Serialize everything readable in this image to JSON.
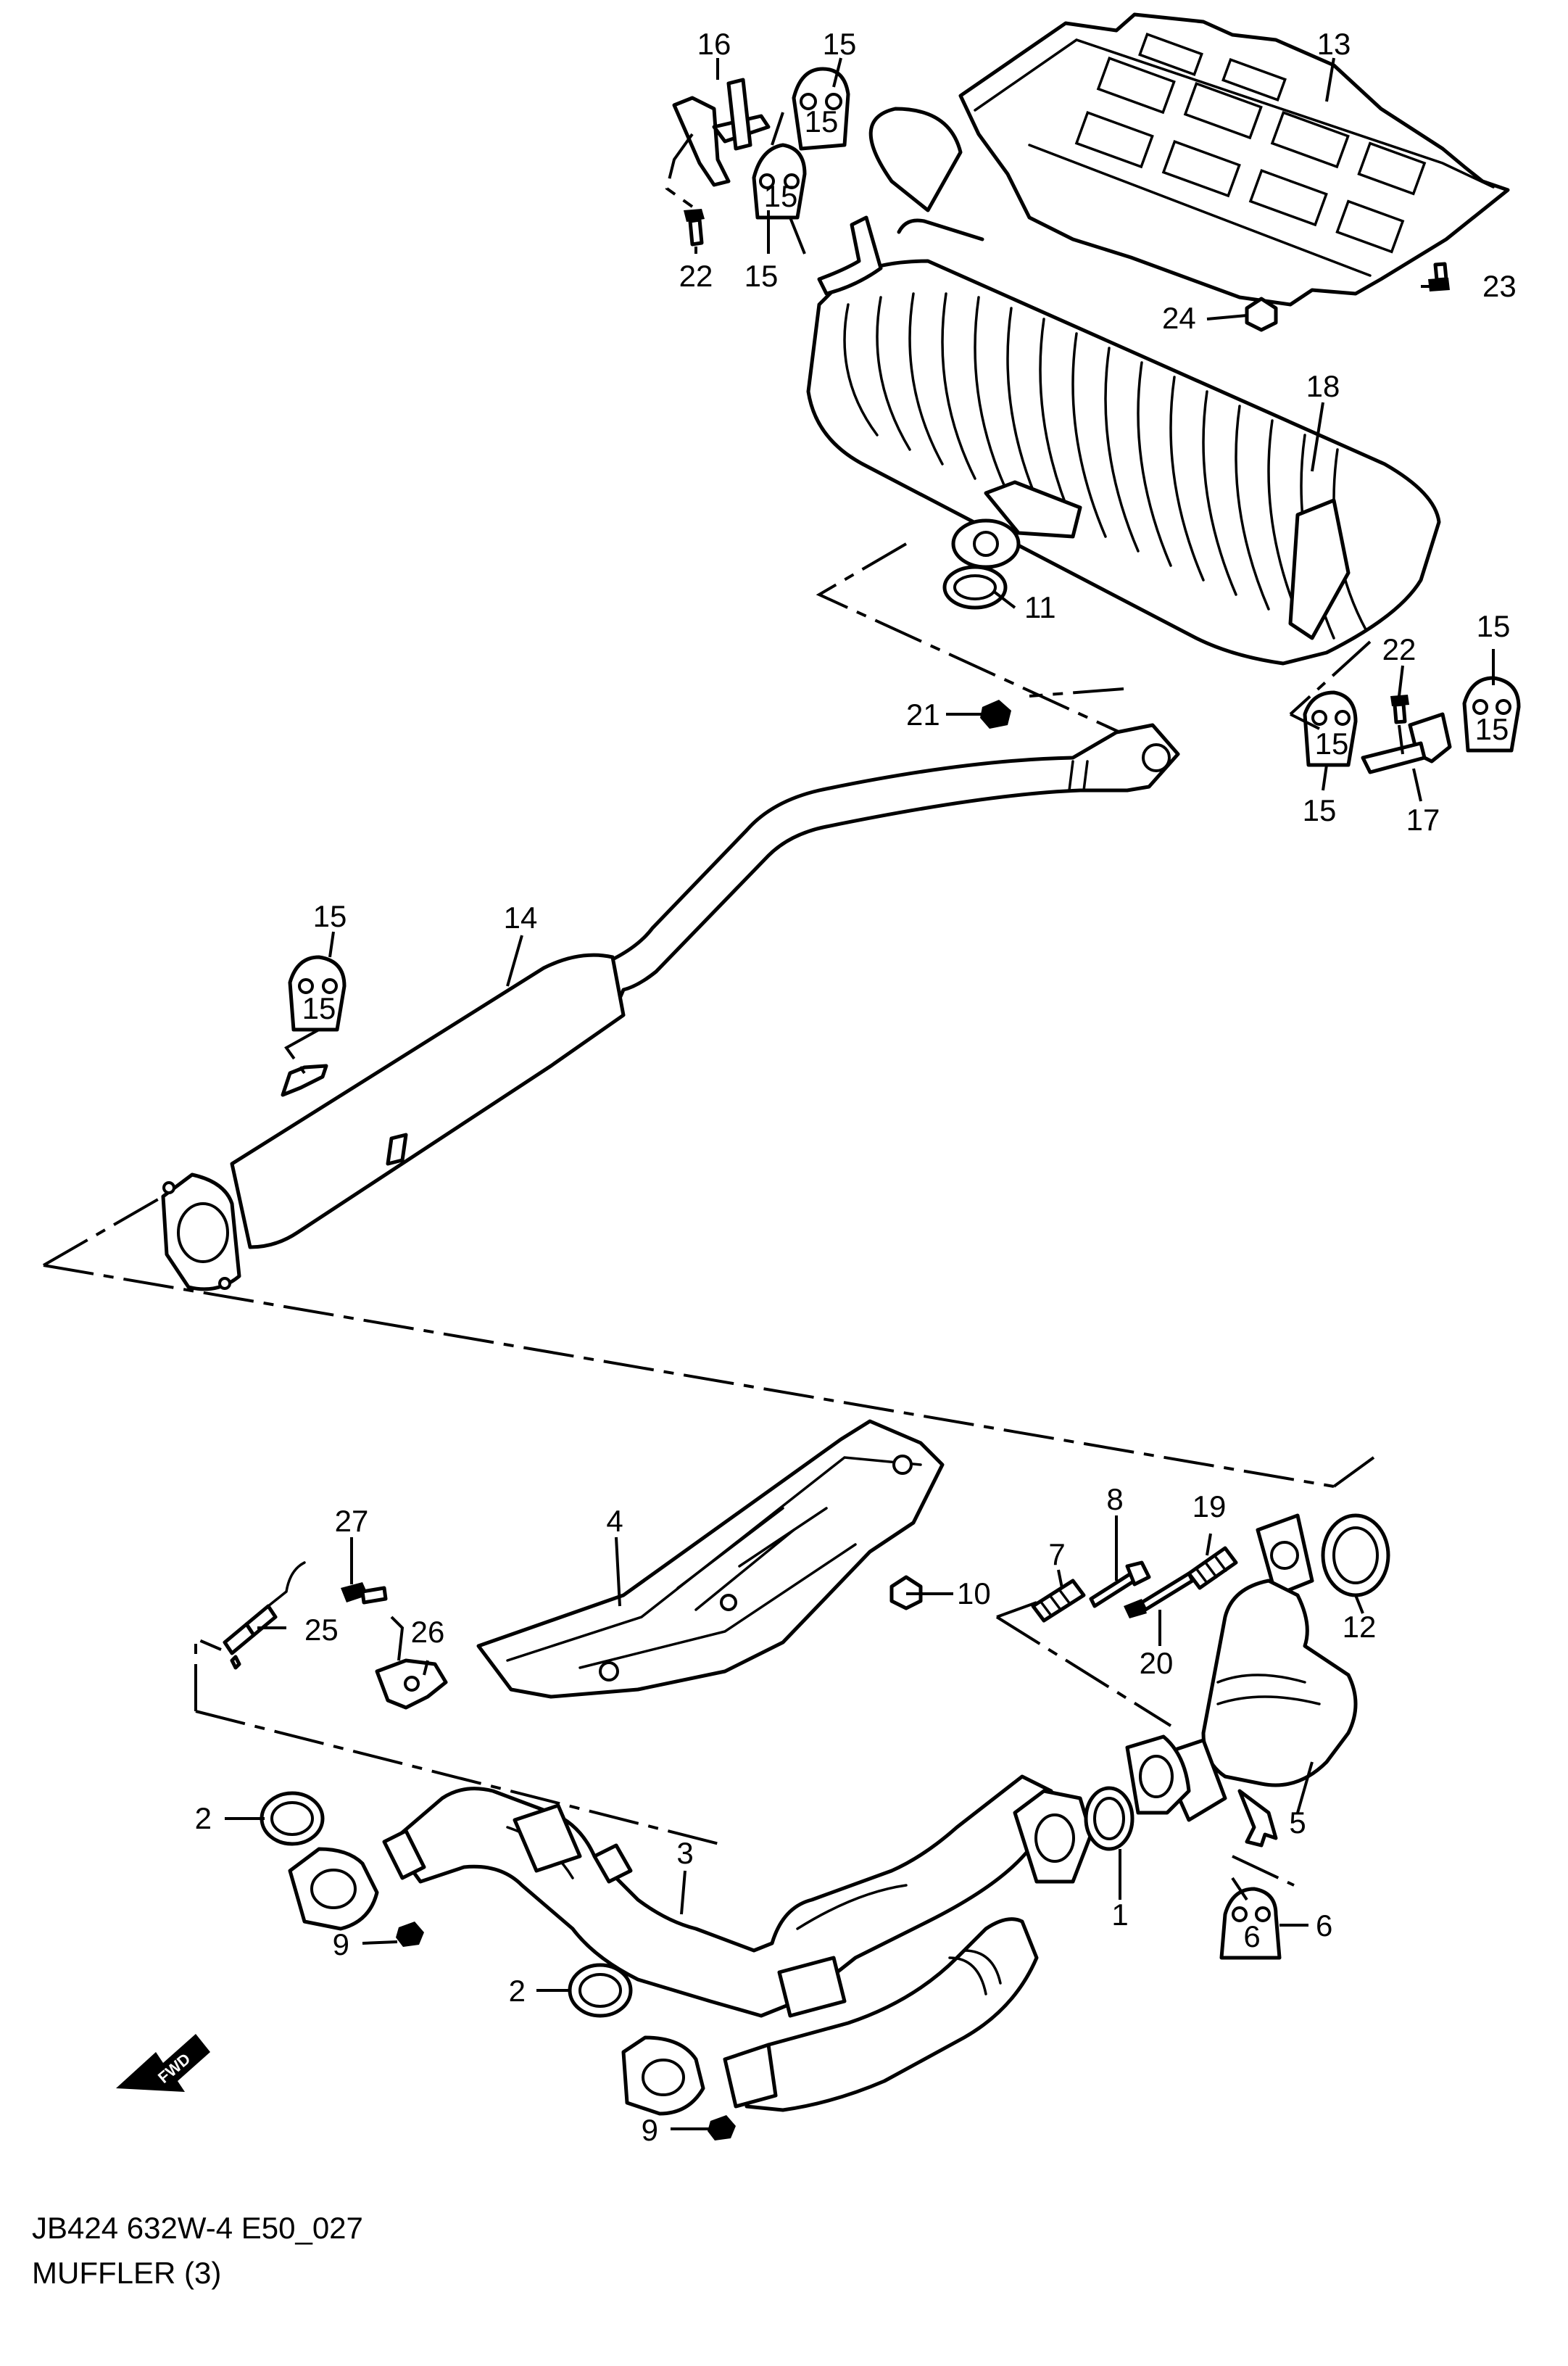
{
  "diagram": {
    "callouts": {
      "p1": "1",
      "p2a": "2",
      "p2b": "2",
      "p3": "3",
      "p4": "4",
      "p5": "5",
      "p6": "6",
      "p7": "7",
      "p8": "8",
      "p9a": "9",
      "p9b": "9",
      "p10": "10",
      "p11": "11",
      "p12": "12",
      "p13": "13",
      "p14": "14",
      "p15a": "15",
      "p15b": "15",
      "p15c": "15",
      "p15d": "15",
      "p15e": "15",
      "p16": "16",
      "p17": "17",
      "p18": "18",
      "p19": "19",
      "p20": "20",
      "p21": "21",
      "p22a": "22",
      "p22b": "22",
      "p23": "23",
      "p24": "24",
      "p25": "25",
      "p26": "26",
      "p27": "27"
    },
    "fwd_marker": "FWD",
    "hanger_marks": {
      "m1": "15",
      "m2": "15",
      "m3": "15",
      "m4": "15",
      "m5": "15",
      "m6": "6"
    }
  },
  "caption": {
    "code": "JB424 632W-4 E50_027",
    "title": "MUFFLER (3)"
  }
}
